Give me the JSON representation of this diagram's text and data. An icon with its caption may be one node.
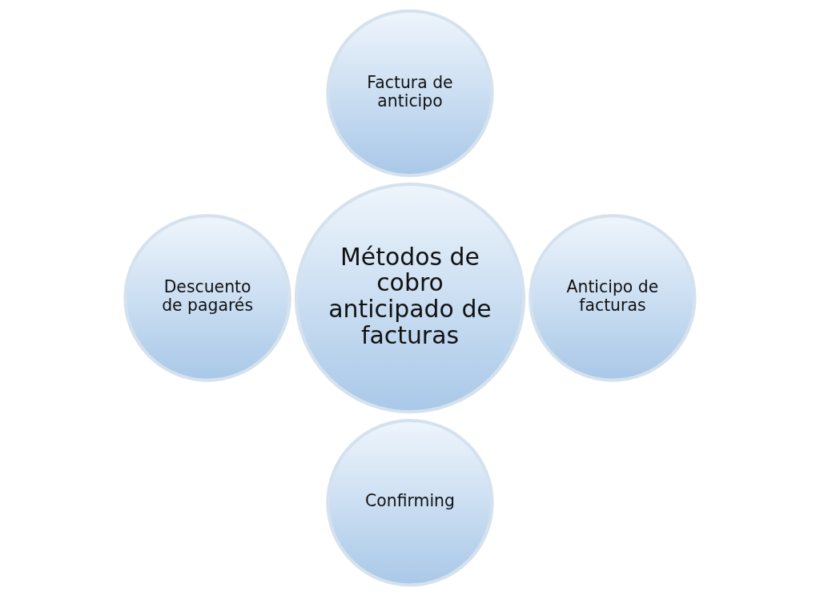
{
  "diagram": {
    "nodes": [
      {
        "text": [
          "Factura de anticipo"
        ]
      },
      {
        "text": [
          "Descuento de pagarés"
        ]
      },
      {
        "text": [
          "Métodos de cobro anticipado de facturas"
        ]
      },
      {
        "text": [
          "Anticipo de facturas"
        ]
      },
      {
        "text": [
          "Confirming"
        ]
      }
    ]
  }
}
